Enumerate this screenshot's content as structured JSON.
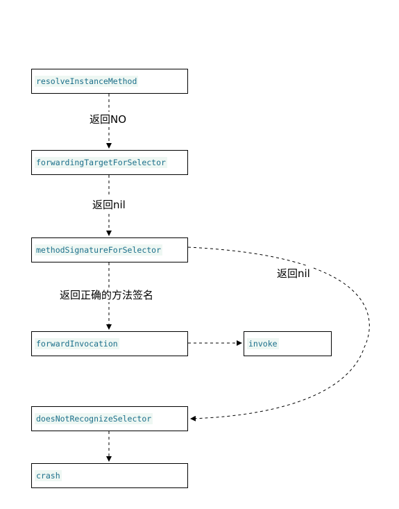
{
  "nodes": {
    "resolve": "resolveInstanceMethod",
    "forwarding_target": "forwardingTargetForSelector",
    "method_signature": "methodSignatureForSelector",
    "forward_invocation": "forwardInvocation",
    "invoke": "invoke",
    "does_not_recognize": "doesNotRecognizeSelector",
    "crash": "crash"
  },
  "edge_labels": {
    "resolve_to_target": "返回NO",
    "target_to_signature": "返回nil",
    "signature_to_invocation": "返回正确的方法签名",
    "signature_to_not_recognize": "返回nil"
  },
  "colors": {
    "code_text": "#1b6f8a",
    "code_background": "#eef7f3",
    "border": "#000000"
  }
}
